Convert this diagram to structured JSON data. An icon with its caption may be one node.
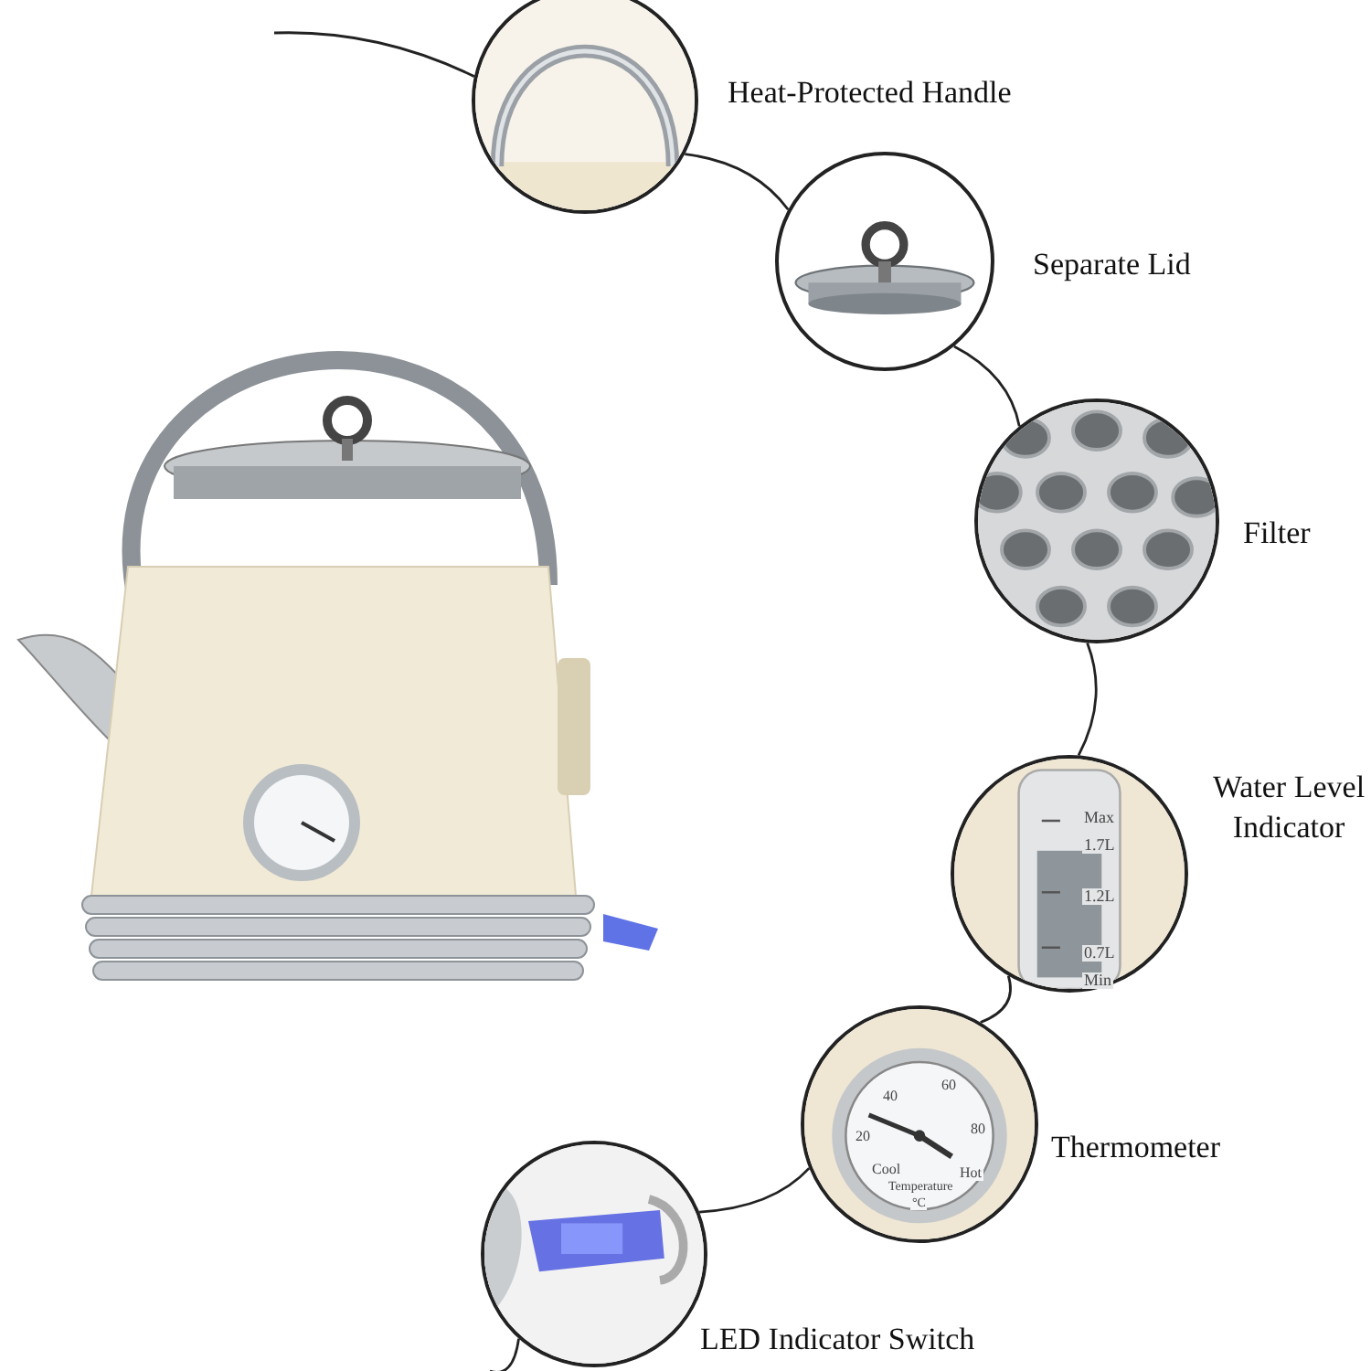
{
  "diagram": {
    "nodes": [
      {
        "text": [],
        "shape": "picture",
        "beside": [
          "Heat-Protected Handle"
        ]
      },
      {
        "text": [],
        "shape": "picture",
        "beside": [
          "Separate Lid"
        ]
      },
      {
        "text": [],
        "shape": "picture",
        "beside": [
          "Filter"
        ]
      },
      {
        "text": [],
        "shape": "picture",
        "beside": [
          "Water Level Indicator"
        ]
      },
      {
        "text": [],
        "shape": "picture",
        "beside": [
          "Thermometer"
        ]
      },
      {
        "text": [],
        "shape": "picture",
        "beside": [
          "LED Indicator Switch"
        ]
      }
    ],
    "edges": [
      {
        "from": null,
        "to": 0,
        "arrow": "none"
      },
      {
        "from": 0,
        "to": 1,
        "arrow": "none"
      },
      {
        "from": 1,
        "to": 2,
        "arrow": "none"
      },
      {
        "from": 2,
        "to": 3,
        "arrow": "none"
      },
      {
        "from": 3,
        "to": 4,
        "arrow": "none"
      },
      {
        "from": 4,
        "to": 5,
        "arrow": "none"
      },
      {
        "from": 5,
        "to": null,
        "arrow": "none"
      }
    ],
    "labels": [
      "Max",
      "1.7L",
      "1.2L",
      "0.7L",
      "Min",
      "40",
      "60",
      "20",
      "80",
      "Cool",
      "Hot",
      "Temperature",
      "°C"
    ]
  }
}
